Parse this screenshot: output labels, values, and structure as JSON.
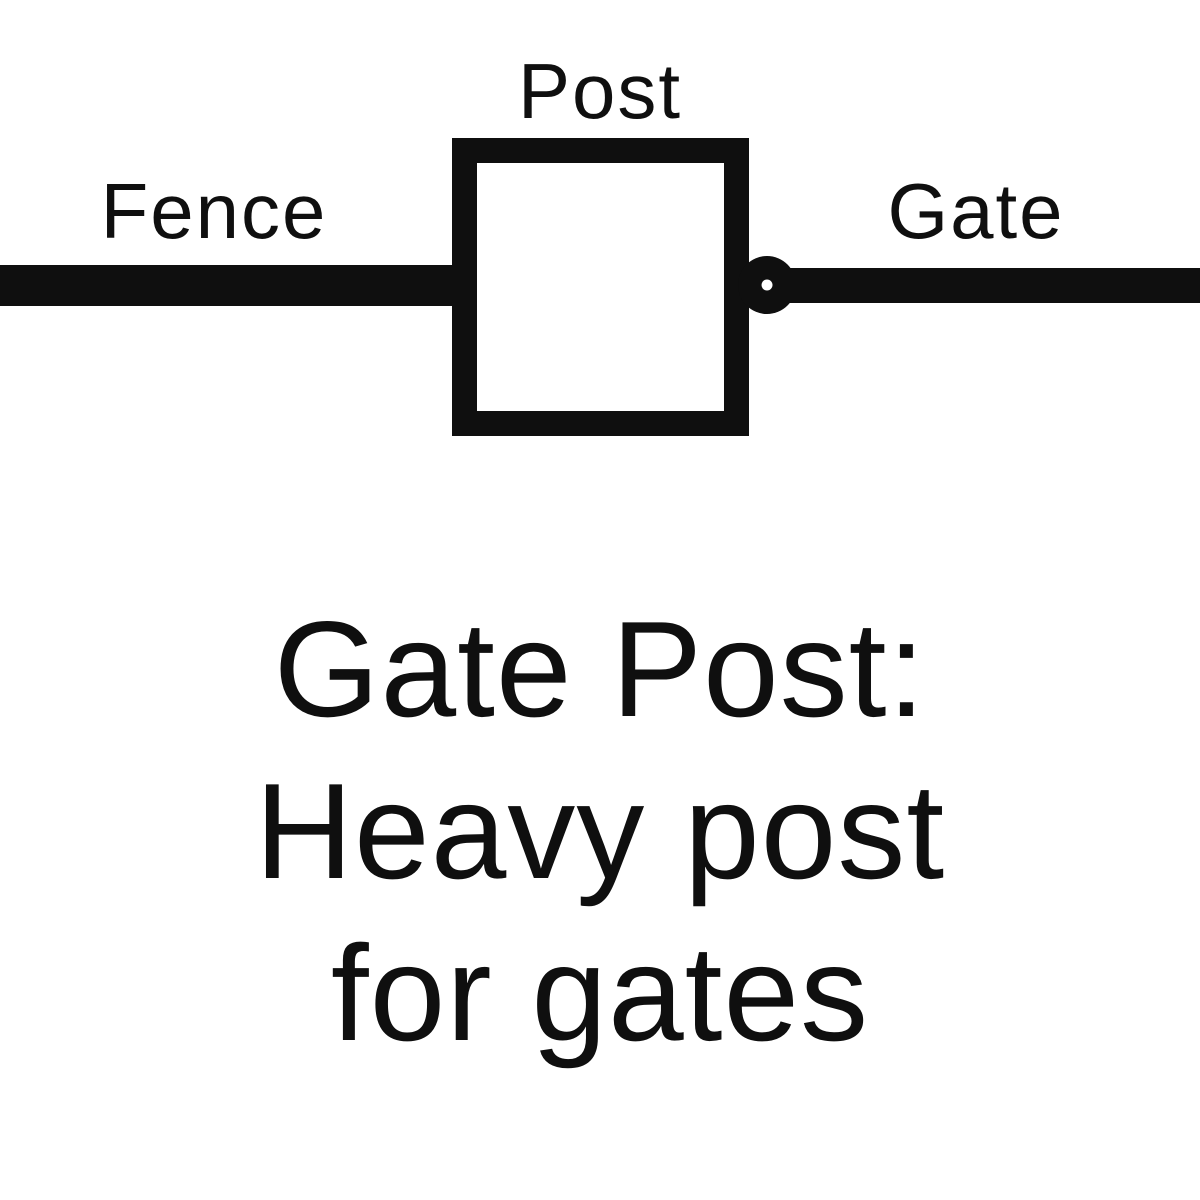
{
  "diagram": {
    "labels": {
      "post": "Post",
      "fence": "Fence",
      "gate": "Gate"
    }
  },
  "caption": {
    "lines": [
      "Gate Post:",
      "Heavy post",
      "for gates"
    ]
  },
  "colors": {
    "ink": "#0f0f0f",
    "background": "#ffffff"
  }
}
